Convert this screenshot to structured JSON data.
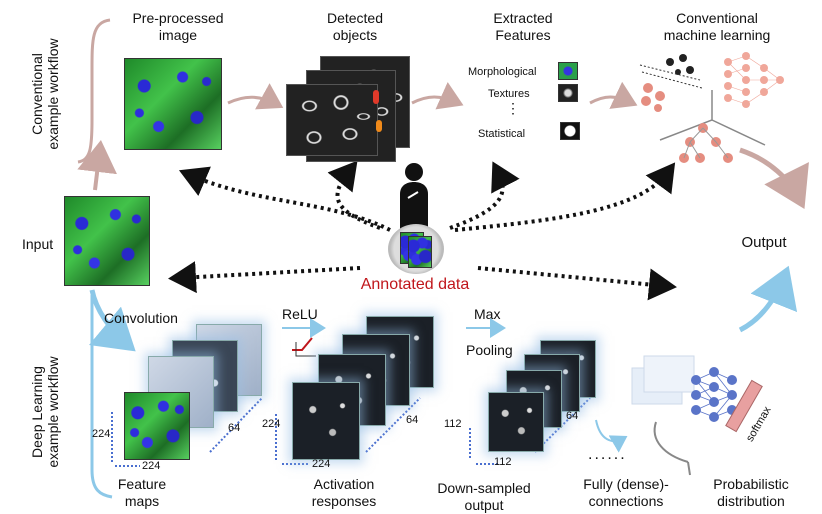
{
  "workflow_labels": {
    "conventional": "Conventional\nexample workflow",
    "deep_learning": "Deep Learning\nexample workflow"
  },
  "top": {
    "preprocessed": "Pre-processed\nimage",
    "detected": "Detected\nobjects",
    "extracted": "Extracted\nFeatures",
    "conventional_ml": "Conventional\nmachine learning",
    "features": {
      "morphological": "Morphological",
      "textures": "Textures",
      "ellipsis": "⋮",
      "statistical": "Statistical"
    }
  },
  "center": {
    "input": "Input",
    "output": "Output",
    "annotated": "Annotated data"
  },
  "bottom": {
    "convolution": "Convolution",
    "relu": "ReLU",
    "max": "Max",
    "pooling": "Pooling",
    "feature_maps": "Feature\nmaps",
    "activation": "Activation\nresponses",
    "downsampled": "Down-sampled\noutput",
    "fully": "Fully (dense)-\nconnections",
    "probabilistic": "Probabilistic\ndistribution",
    "softmax": "softmax",
    "dims": {
      "fm_h": "224",
      "fm_w": "224",
      "fm_d": "64",
      "ar_h": "224",
      "ar_w": "224",
      "ar_d": "64",
      "ds_h": "112",
      "ds_w": "112",
      "ds_d": "64"
    }
  },
  "colors": {
    "arrow_top": "#c9a7a2",
    "arrow_bottom": "#8cc8e8",
    "annotated_text": "#c0161b",
    "nn_node": "#f0a79a",
    "nn_node_blue": "#5a74c8",
    "ml_dot": "#e58d80"
  }
}
